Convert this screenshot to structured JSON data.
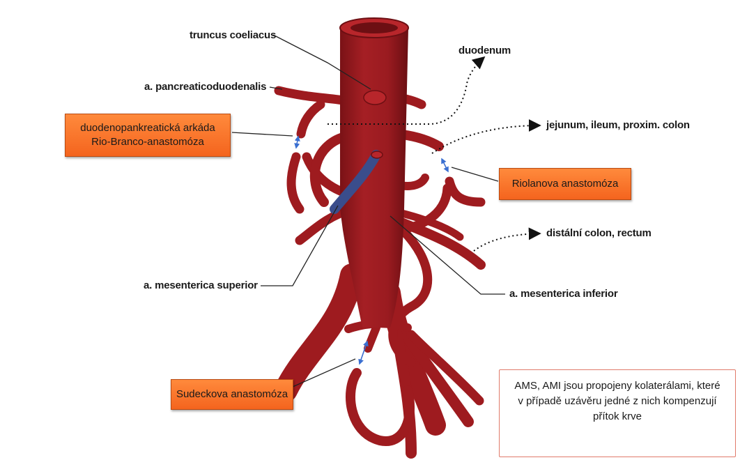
{
  "labels": {
    "truncus": "truncus coeliacus",
    "duodenum": "duodenum",
    "pancreatico": "a. pancreaticoduodenalis",
    "jejunum": "jejunum, ileum, proxim. colon",
    "distalni": "distální colon, rectum",
    "ams": "a. mesenterica superior",
    "ami": "a. mesenterica inferior"
  },
  "boxes": {
    "arkada": [
      "duodenopankreatická arkáda",
      "Rio-Branco-anastomóza"
    ],
    "riolan": "Riolanova anastomóza",
    "sudeck": "Sudeckova anastomóza"
  },
  "note": [
    "AMS, AMI jsou propojeny kolaterálami, které",
    "v případě uzávěru jedné z nich kompenzují",
    "přítok krve"
  ],
  "colors": {
    "artery": "#9e1b1f",
    "artery_dark": "#6d0f13",
    "vein": "#3a4d8c",
    "accent": "#f4641e",
    "arrow": "#3a6fd1"
  }
}
